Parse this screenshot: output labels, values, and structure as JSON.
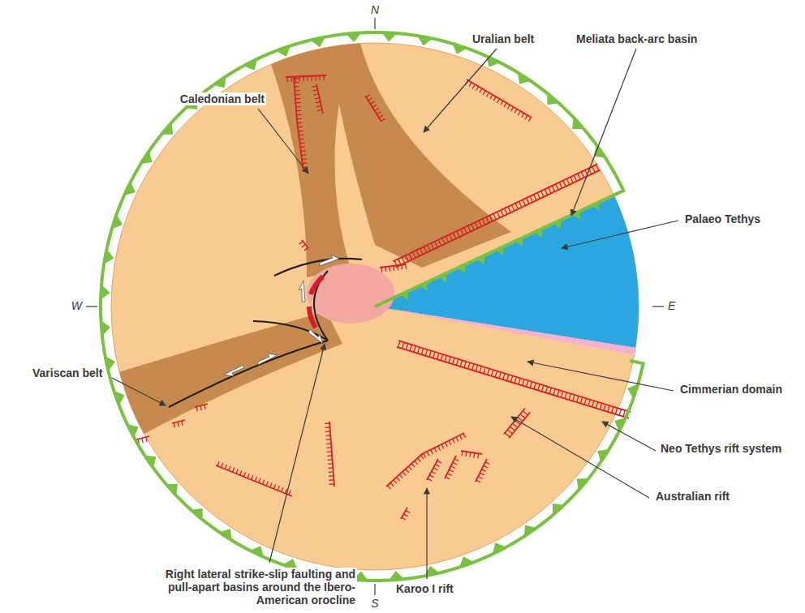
{
  "diagram": {
    "labels": [
      "N",
      "Uralian belt",
      "Meliata back-arc basin",
      "Caledonian belt",
      "Palaeo Tethys",
      "W",
      "E",
      "Variscan belt",
      "Cimmerian domain",
      "Neo Tethys rift system",
      "Australian rift",
      "Right lateral strike-slip faulting and pull-apart basins around the Ibero-American orocline",
      "S",
      "Karoo I rift"
    ]
  }
}
